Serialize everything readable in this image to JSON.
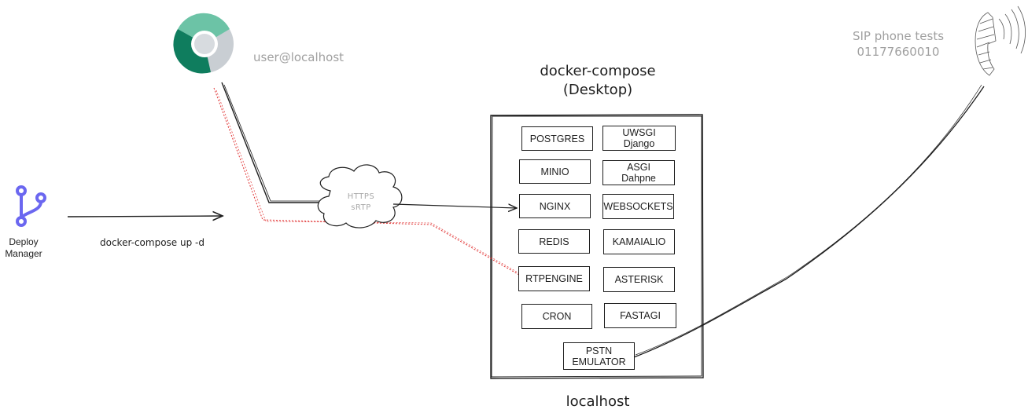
{
  "browser": {
    "user_label": "user@localhost"
  },
  "deploy": {
    "label_line1": "Deploy",
    "label_line2": "Manager",
    "command": "docker-compose up -d"
  },
  "cloud": {
    "line1": "HTTPS",
    "line2": "sRTP"
  },
  "compose": {
    "title_line1": "docker-compose",
    "title_line2": "(Desktop)",
    "footer": "localhost"
  },
  "services": {
    "postgres": "POSTGRES",
    "uwsgi_line1": "UWSGI",
    "uwsgi_line2": "Django",
    "minio": "MINIO",
    "asgi_line1": "ASGI",
    "asgi_line2": "Dahpne",
    "nginx": "NGINX",
    "websockets": "WEBSOCKETS",
    "redis": "REDIS",
    "kamailio": "KAMAIALIO",
    "rtpengine": "RTPENGINE",
    "asterisk": "ASTERISK",
    "cron": "CRON",
    "fastagi": "FASTAGI",
    "pstn_line1": "PSTN",
    "pstn_line2": "EMULATOR"
  },
  "phone": {
    "line1": "SIP phone tests",
    "line2": "01177660010"
  },
  "colors": {
    "chrome_green_dark": "#0f7d5e",
    "chrome_green_light": "#6cc3a6",
    "chrome_gray": "#c9ced3",
    "git_icon": "#6b67f0",
    "red_dotted": "#e03131",
    "stroke": "#1e1e1e"
  }
}
